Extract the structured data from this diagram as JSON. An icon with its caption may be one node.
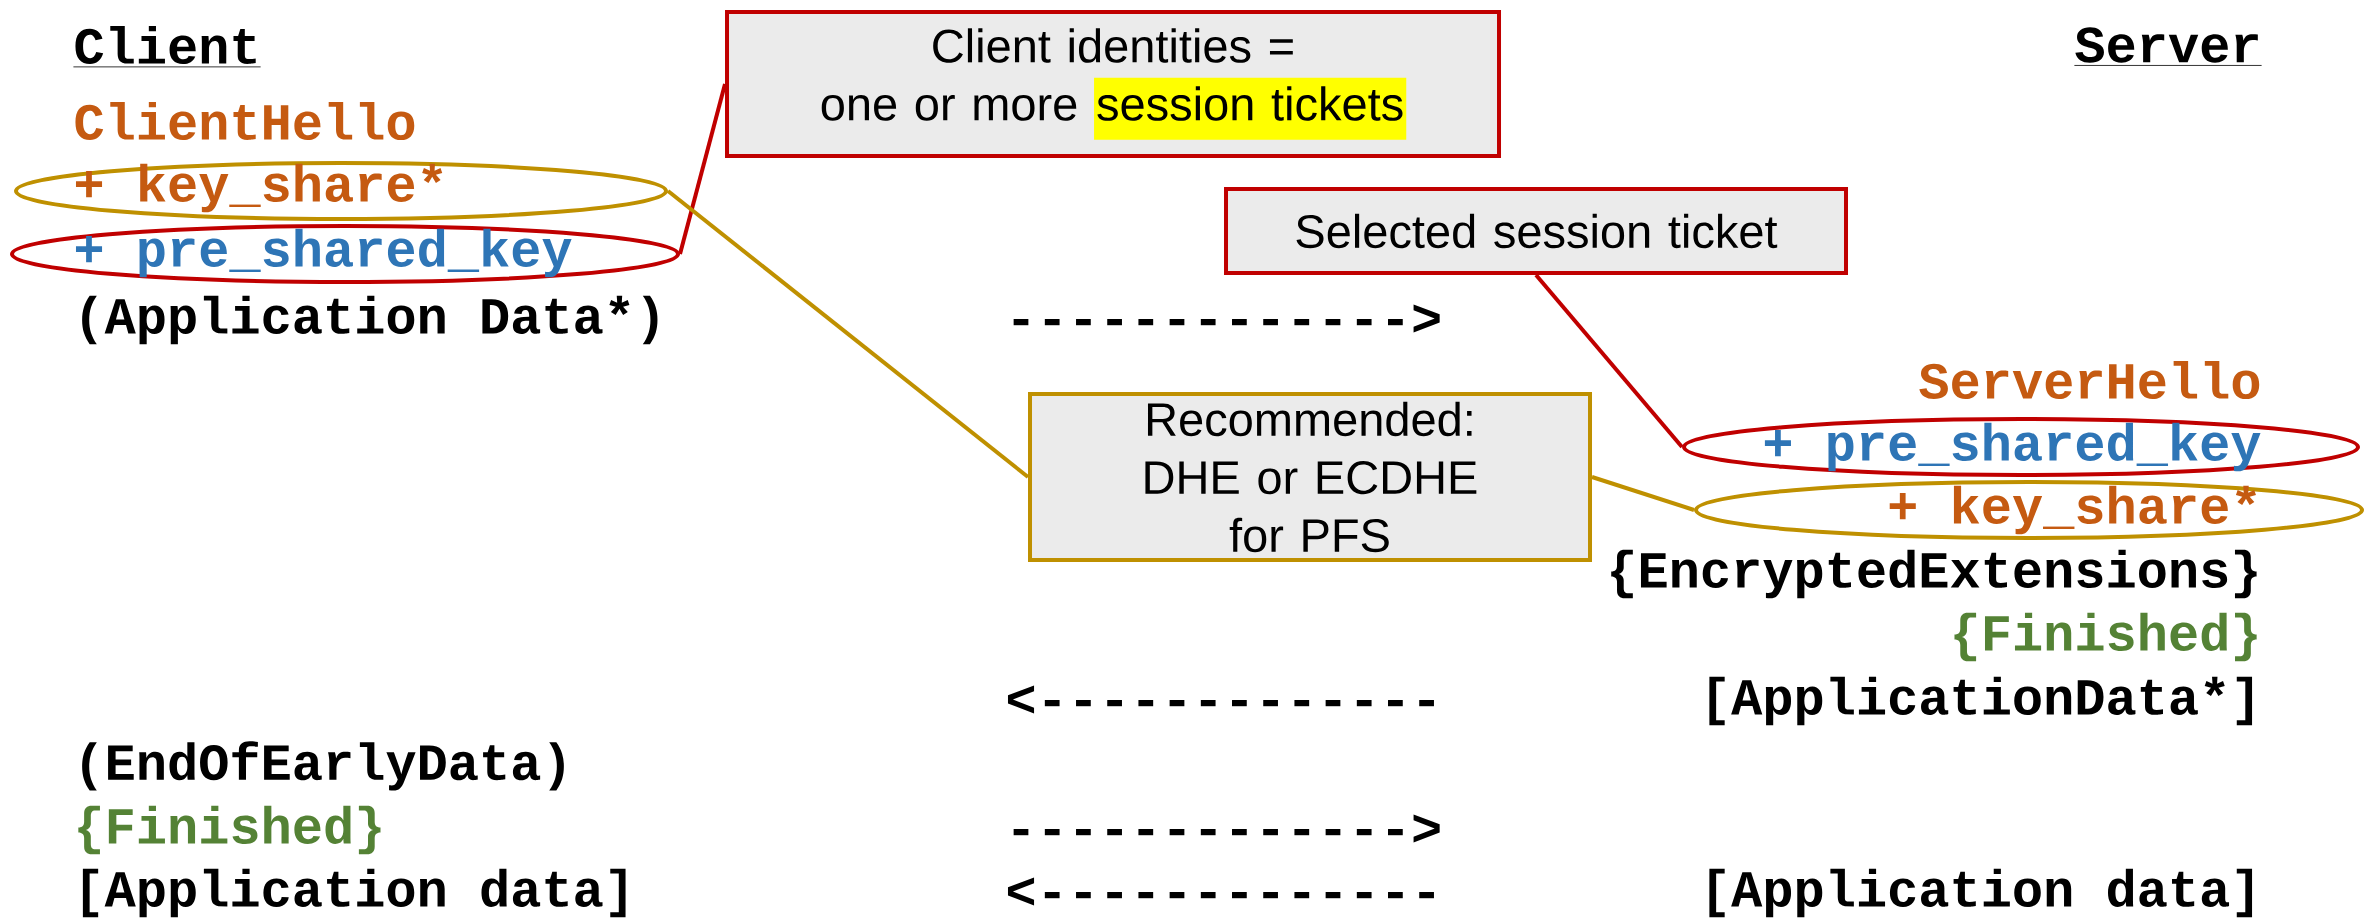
{
  "diagram": {
    "nodes": [
      {
        "text": [
          "Client identities =",
          "one or more",
          "session tickets"
        ]
      },
      {
        "text": [
          "+ key_share*"
        ]
      },
      {
        "text": [
          "+ pre_shared_key"
        ]
      },
      {
        "text": [
          "Selected session ticket"
        ]
      },
      {
        "text": [
          "Recommended:",
          "DHE or ECDHE for PFS"
        ]
      },
      {
        "text": [
          "+ pre_shared_key"
        ]
      },
      {
        "text": [
          "+ key_share*"
        ]
      }
    ],
    "edges": [
      {
        "from": 0,
        "to": 2,
        "arrow": "none",
        "color": "#c00000"
      },
      {
        "from": 3,
        "to": 5,
        "arrow": "none",
        "color": "#c00000"
      },
      {
        "from": 4,
        "to": 1,
        "arrow": "none",
        "color": "#bf9000"
      },
      {
        "from": 4,
        "to": 6,
        "arrow": "none",
        "color": "#bf9000"
      }
    ],
    "labels": [
      "Client",
      "Server",
      "ClientHello",
      "(Application Data*)",
      "------------->",
      "ServerHello",
      "{EncryptedExtensions}",
      "{Finished}",
      "<-------------",
      "[ApplicationData*]",
      "(EndOfEarlyData)",
      "{Finished}",
      "------------->",
      "[Application data]",
      "<-------------",
      "[Application data]"
    ]
  }
}
